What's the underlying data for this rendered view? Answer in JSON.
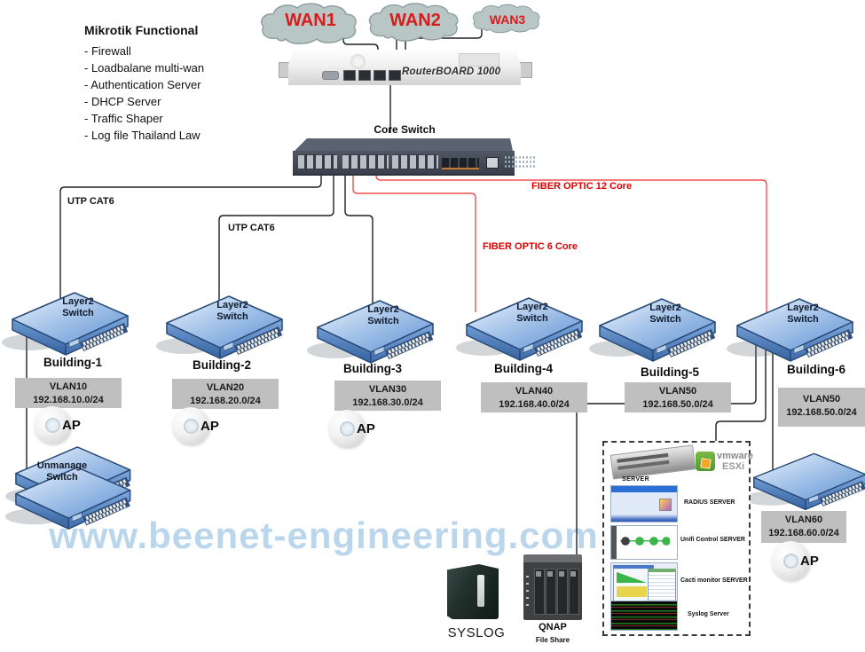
{
  "title_block": {
    "title": "Mikrotik Functional",
    "items": [
      "- Firewall",
      "- Loadbalane multi-wan",
      "- Authentication Server",
      "- DHCP Server",
      "- Traffic Shaper",
      "- Log file Thailand Law"
    ]
  },
  "wan_clouds": [
    {
      "label": "WAN1"
    },
    {
      "label": "WAN2"
    },
    {
      "label": "WAN3"
    }
  ],
  "router": {
    "model": "RouterBOARD 1000"
  },
  "core_switch": {
    "label": "Core Switch"
  },
  "cable_labels": {
    "utp_left": "UTP CAT6",
    "utp_mid": "UTP CAT6",
    "fiber_12": "FIBER OPTIC 12 Core",
    "fiber_6": "FIBER OPTIC  6 Core"
  },
  "l2_switch_label": {
    "line1": "Layer2",
    "line2": "Switch"
  },
  "buildings": [
    {
      "name": "Building-1",
      "vlan": "VLAN10",
      "subnet": "192.168.10.0/24"
    },
    {
      "name": "Building-2",
      "vlan": "VLAN20",
      "subnet": "192.168.20.0/24"
    },
    {
      "name": "Building-3",
      "vlan": "VLAN30",
      "subnet": "192.168.30.0/24"
    },
    {
      "name": "Building-4",
      "vlan": "VLAN40",
      "subnet": "192.168.40.0/24"
    },
    {
      "name": "Building-5",
      "vlan": "VLAN50",
      "subnet": "192.168.50.0/24"
    },
    {
      "name": "Building-6",
      "vlan": "VLAN50",
      "subnet": "192.168.50.0/24"
    }
  ],
  "ap_label": "AP",
  "unmanaged_switch": {
    "line1": "Unmanage",
    "line2": "Switch"
  },
  "vlan60": {
    "vlan": "VLAN60",
    "subnet": "192.168.60.0/24"
  },
  "server_panel": {
    "server_caption": "SERVER",
    "esxi_brand": "vmware",
    "esxi_product": "ESXi",
    "services": [
      {
        "label": "RADIUS SERVER"
      },
      {
        "label": "Unifi Control SERVER"
      },
      {
        "label": "Cacti monitor SERVER"
      },
      {
        "label": "Syslog Server"
      }
    ]
  },
  "nas": {
    "syslog": "SYSLOG",
    "qnap": "QNAP",
    "qnap_sub": "File Share"
  },
  "watermark": "www.beenet-engineering.com",
  "colors": {
    "wan_text": "#d81b1b",
    "fiber_line": "#f25050",
    "fiber_text": "#e00000",
    "utp_line": "#1f1f1f",
    "vlan_box_bg": "#bfbfbf",
    "switch_blue": "#5b8fd0",
    "watermark": "#afd0ea"
  }
}
